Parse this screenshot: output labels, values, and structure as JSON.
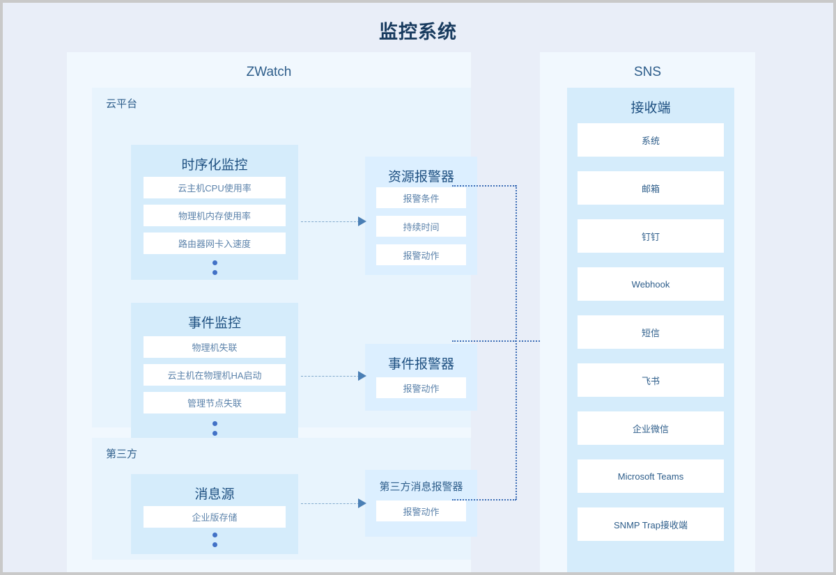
{
  "title": "监控系统",
  "colors": {
    "page_bg": "#e9eef8",
    "panel_bg": "#f1f8fe",
    "group_bg": "#e8f4fd",
    "card_bg": "#d5ecfb",
    "item_bg": "#ffffff",
    "heading": "#1d4f80",
    "item_text": "#5c83ab",
    "connector": "#3b6cb5",
    "arrow": "#3266b5",
    "dot": "#4171c6"
  },
  "zwatch": {
    "panel_title": "ZWatch",
    "groups": [
      {
        "label": "云平台",
        "sources": [
          {
            "title": "时序化监控",
            "items": [
              "云主机CPU使用率",
              "物理机内存使用率",
              "路由器网卡入速度"
            ],
            "has_ellipsis": true
          },
          {
            "title": "事件监控",
            "items": [
              "物理机失联",
              "云主机在物理机HA启动",
              "管理节点失联"
            ],
            "has_ellipsis": true
          }
        ],
        "alarms": [
          {
            "title": "资源报警器",
            "items": [
              "报警条件",
              "持续时间",
              "报警动作"
            ]
          },
          {
            "title": "事件报警器",
            "items": [
              "报警动作"
            ]
          }
        ]
      },
      {
        "label": "第三方",
        "sources": [
          {
            "title": "消息源",
            "items": [
              "企业版存储"
            ],
            "has_ellipsis": true
          }
        ],
        "alarms": [
          {
            "title": "第三方消息报警器",
            "items": [
              "报警动作"
            ]
          }
        ]
      }
    ]
  },
  "sns": {
    "panel_title": "SNS",
    "receiver": {
      "title": "接收端",
      "items": [
        "系统",
        "邮箱",
        "钉钉",
        "Webhook",
        "短信",
        "飞书",
        "企业微信",
        "Microsoft Teams",
        "SNMP Trap接收端"
      ]
    }
  }
}
